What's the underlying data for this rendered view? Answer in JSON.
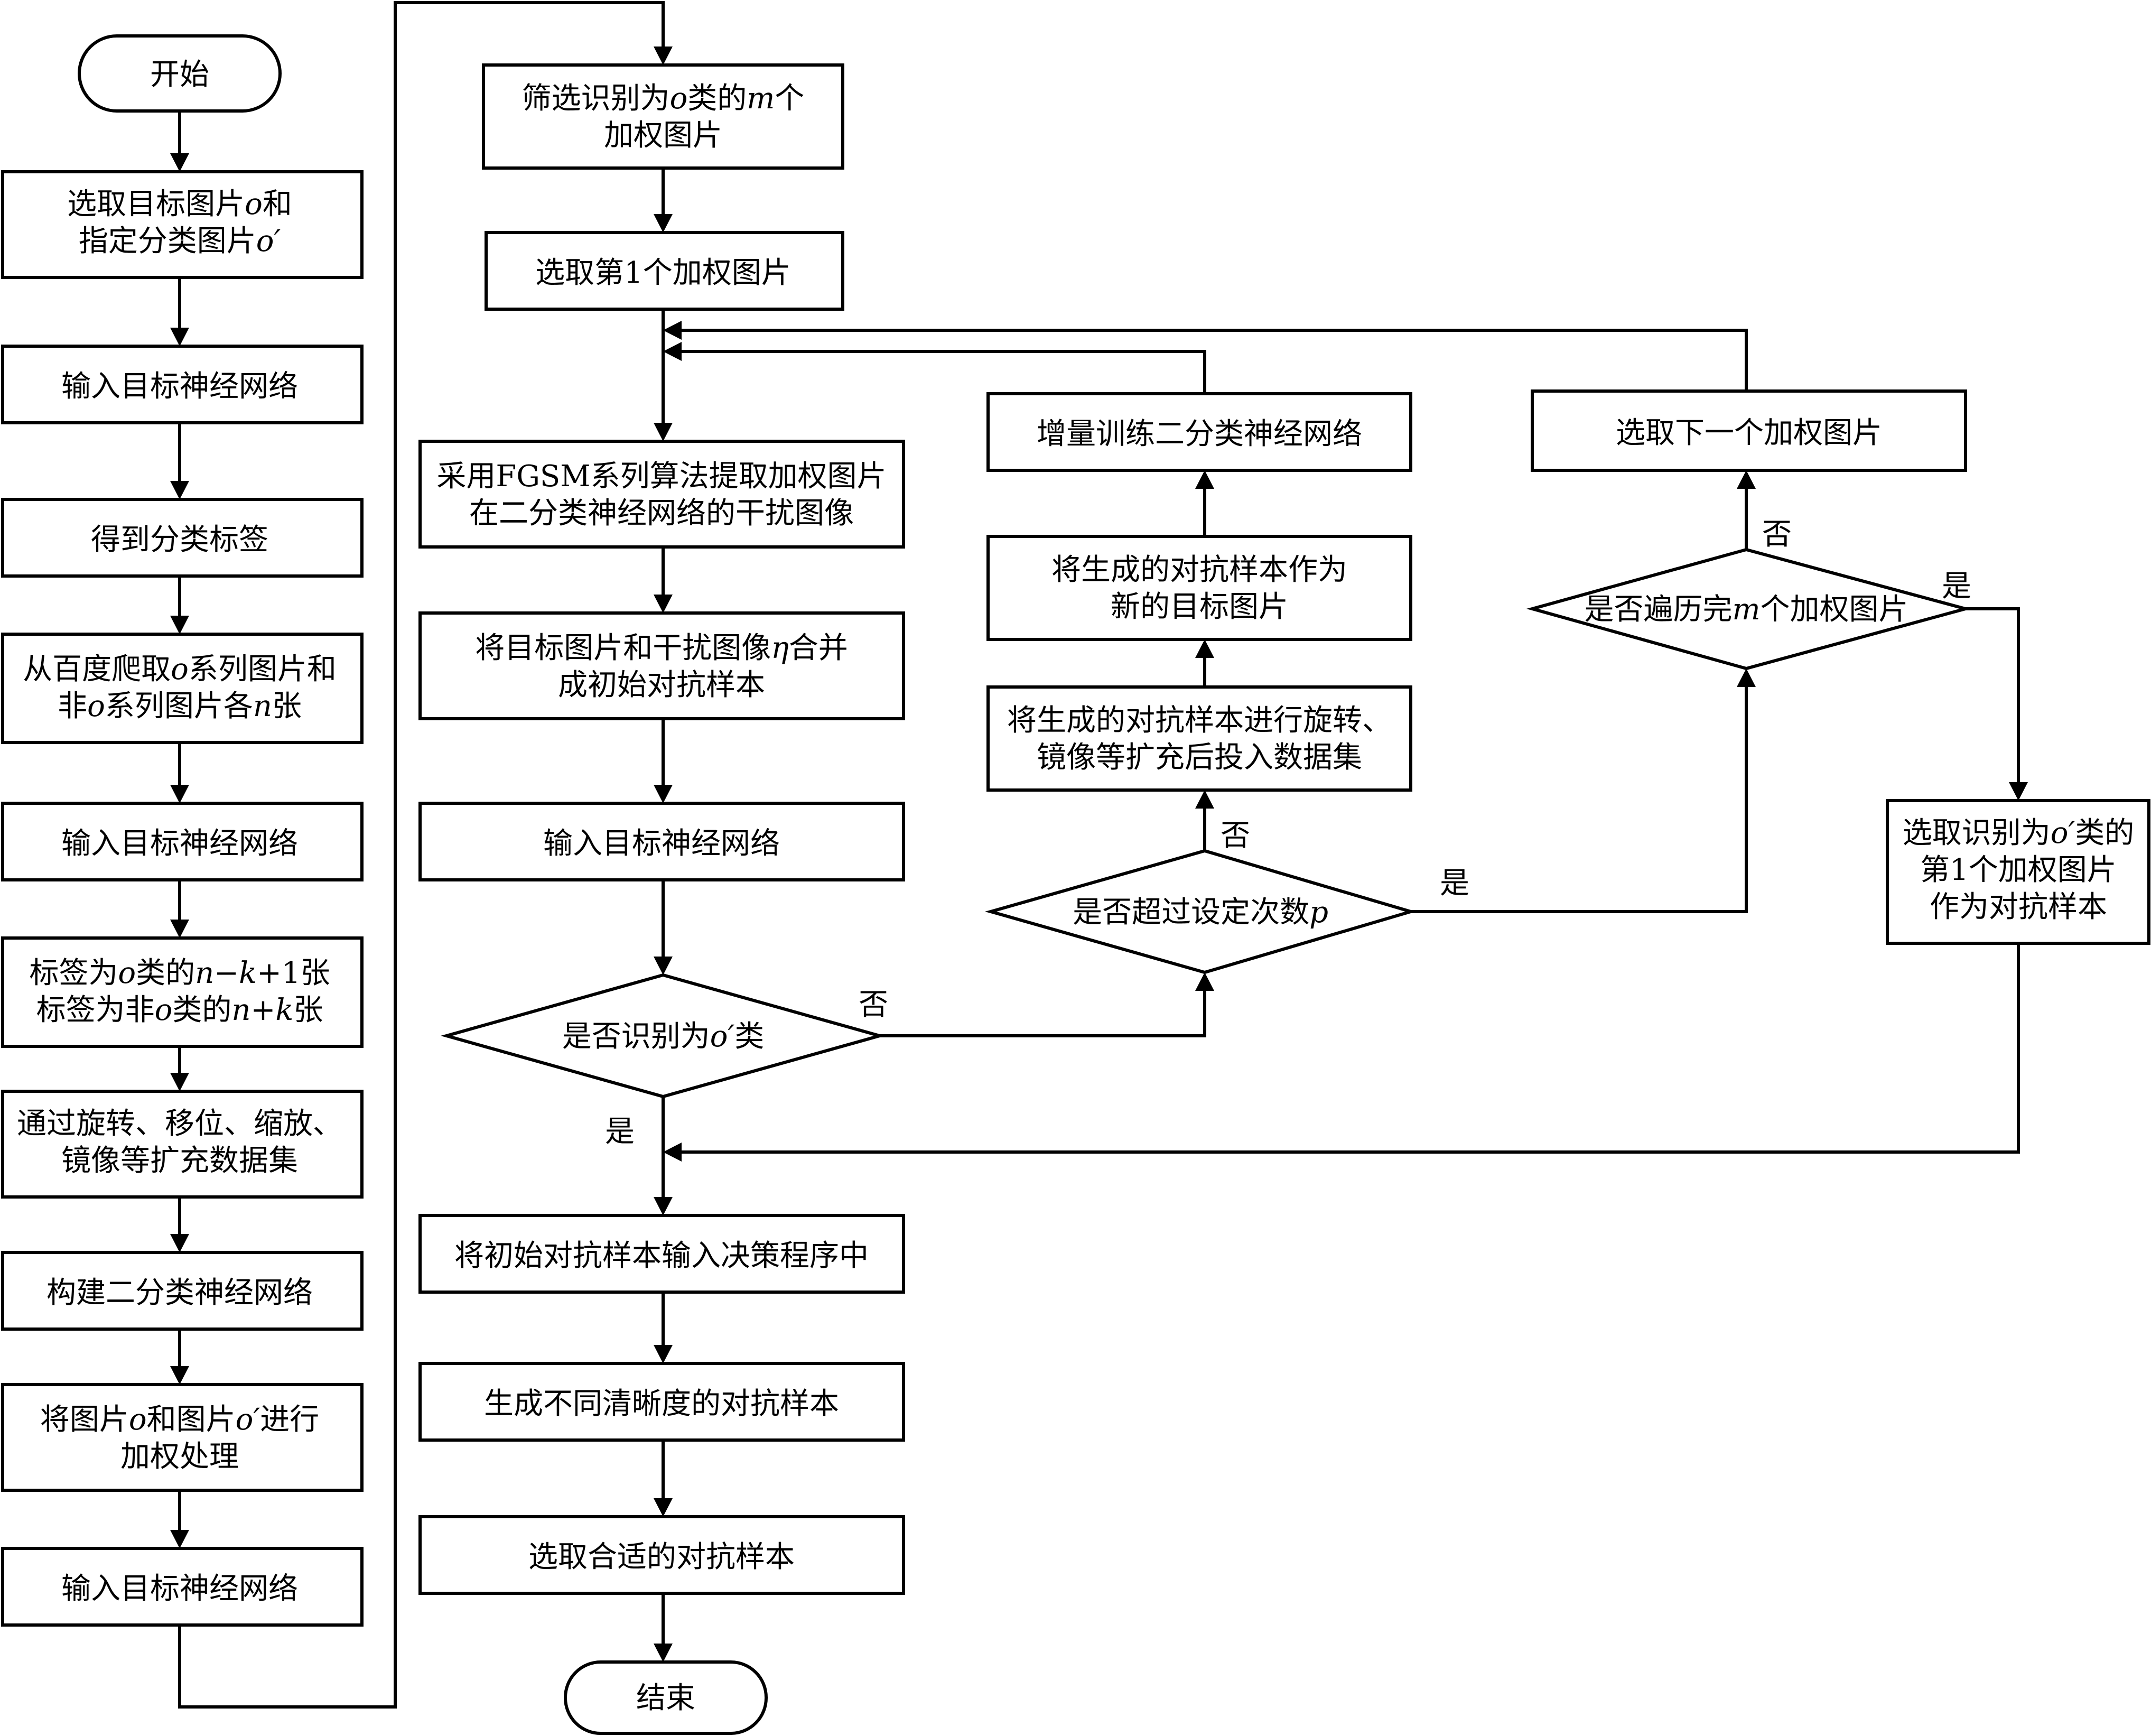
{
  "flowchart": {
    "start": "开始",
    "end": "结束",
    "left_column": {
      "select_target": [
        "选取目标图片",
        "o",
        "和",
        "指定分类图片",
        "o′"
      ],
      "input_net_1": "输入目标神经网络",
      "get_label": "得到分类标签",
      "crawl": [
        "从百度爬取",
        "o",
        "系列图片和",
        "非",
        "o",
        "系列图片各",
        "n",
        "张"
      ],
      "input_net_2": "输入目标神经网络",
      "label_count": [
        "标签为",
        "o",
        "类的",
        "n−k",
        "+1张",
        "标签为非",
        "o",
        "类的",
        "n+k",
        "张"
      ],
      "augment": [
        "通过旋转、移位、缩放、",
        "镜像等扩充数据集"
      ],
      "build_binary": "构建二分类神经网络",
      "weighting": [
        "将图片",
        "o",
        "和图片",
        "o′",
        "进行",
        "加权处理"
      ],
      "input_net_3": "输入目标神经网络"
    },
    "middle_column": {
      "filter": [
        "筛选识别为",
        "o",
        "类的",
        "m",
        "个",
        "加权图片"
      ],
      "select_first": "选取第1个加权图片",
      "fgsm": [
        "采用FGSM系列算法提取加权图片",
        "在二分类神经网络的干扰图像"
      ],
      "merge": [
        "将目标图片和干扰图像",
        "η",
        "合并",
        "成初始对抗样本"
      ],
      "input_net_4": "输入目标神经网络",
      "decision_recognized": [
        "是否识别为",
        "o′",
        "类"
      ],
      "to_decision_program": "将初始对抗样本输入决策程序中",
      "gen_clarity": "生成不同清晰度的对抗样本",
      "select_suitable": "选取合适的对抗样本"
    },
    "right_middle_column": {
      "incremental_train": "增量训练二分类神经网络",
      "new_target": [
        "将生成的对抗样本作为",
        "新的目标图片"
      ],
      "rotate_add": [
        "将生成的对抗样本进行旋转、",
        "镜像等扩充后投入数据集"
      ],
      "decision_exceed": [
        "是否超过设定次数",
        "p"
      ]
    },
    "right_column": {
      "select_next": "选取下一个加权图片",
      "decision_traversed": [
        "是否遍历完",
        "m",
        "个加权图片"
      ],
      "select_o_prime": [
        "选取识别为",
        "o′",
        "类的",
        "第1个加权图片",
        "作为对抗样本"
      ]
    },
    "edge_labels": {
      "yes": "是",
      "no": "否"
    }
  }
}
